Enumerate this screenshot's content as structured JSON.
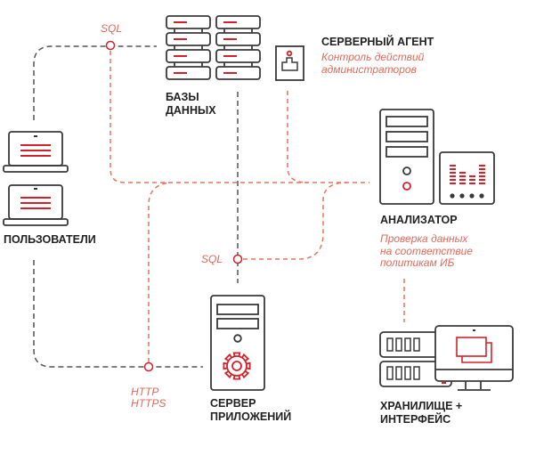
{
  "diagram": {
    "nodes": {
      "users": {
        "label": "ПОЛЬЗОВАТЕЛИ",
        "icon": "laptop-icon"
      },
      "databases": {
        "label": "БАЗЫ\nДАННЫХ",
        "icon": "database-rack-icon"
      },
      "server_agent": {
        "label": "СЕРВЕРНЫЙ АГЕНТ",
        "description": "Контроль действий\nадминистраторов",
        "icon": "agent-icon"
      },
      "analyzer": {
        "label": "АНАЛИЗАТОР",
        "description": "Проверка данных\nна соответствие\nполитикам ИБ",
        "icon": "analyzer-icon"
      },
      "app_server": {
        "label": "СЕРВЕР\nПРИЛОЖЕНИЙ",
        "icon": "app-server-icon"
      },
      "storage": {
        "label": "ХРАНИЛИЩЕ +\nИНТЕРФЕЙС",
        "icon": "storage-monitor-icon"
      }
    },
    "protocols": {
      "sql_top": "SQL",
      "sql_middle": "SQL",
      "http": "HTTP\nHTTPS"
    },
    "colors": {
      "accent": "#d7202a",
      "accent_line": "#e8735f",
      "stroke": "#3a3a3a",
      "text": "#222222"
    }
  }
}
